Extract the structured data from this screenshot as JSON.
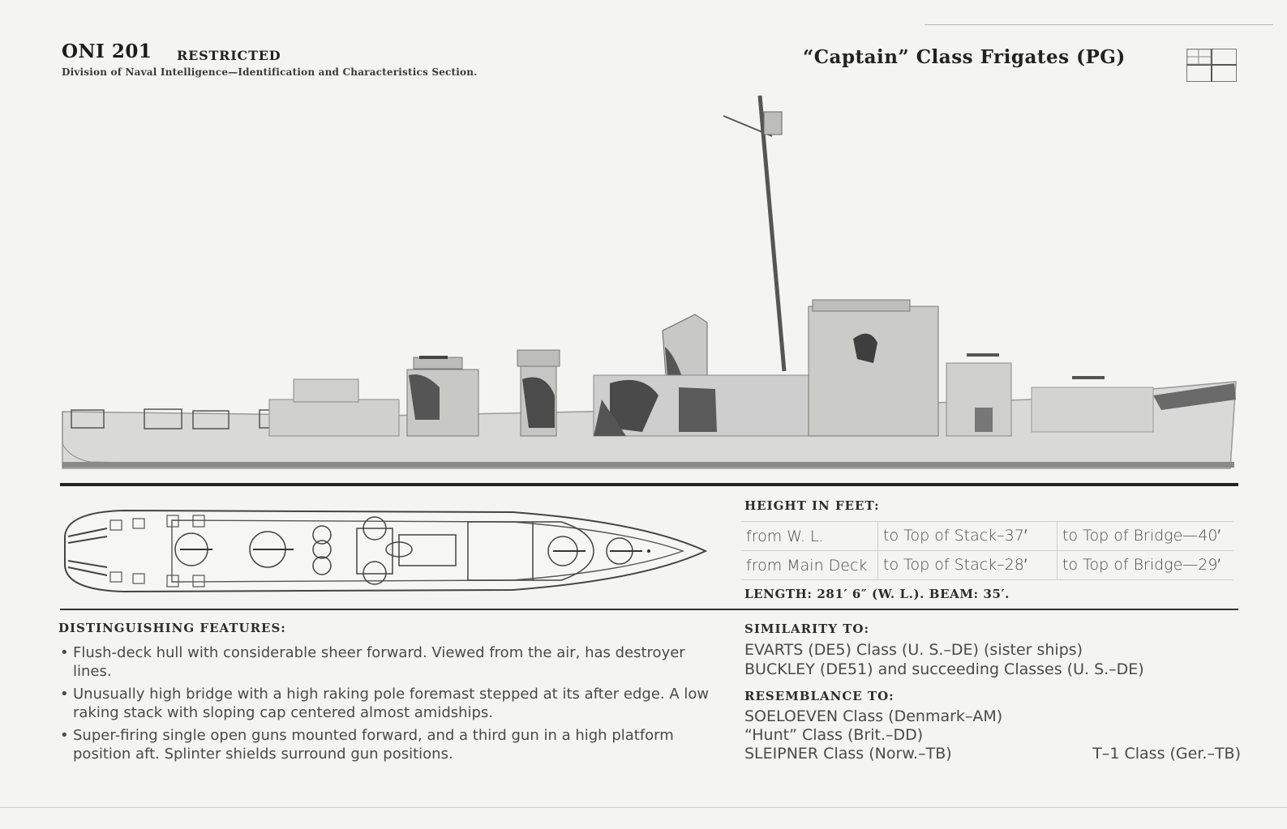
{
  "header": {
    "doc_id": "ONI 201",
    "classification": "RESTRICTED",
    "division": "Division of Naval Intelligence—Identification and Characteristics Section.",
    "class_title": "“Captain” Class Frigates (PG)"
  },
  "heights": {
    "title": "HEIGHT IN FEET:",
    "rows": [
      [
        "from W. L.",
        "to Top of Stack–37′",
        "to Top of Bridge—40′"
      ],
      [
        "from Main Deck",
        "to Top of Stack–28′",
        "to Top of Bridge—29′"
      ]
    ],
    "length_line": "LENGTH: 281′ 6″ (W. L.).   BEAM: 35′."
  },
  "distinguishing": {
    "title": "DISTINGUISHING FEATURES:",
    "items": [
      "Flush-deck hull with considerable sheer forward.  Viewed from the air, has destroyer lines.",
      "Unusually high bridge with a high raking pole foremast stepped at its after edge. A low raking stack with sloping cap centered almost amidships.",
      "Super-firing single open guns mounted forward, and a third gun in a high platform position aft.  Splinter shields surround gun positions."
    ]
  },
  "similarity": {
    "title": "SIMILARITY TO:",
    "items": [
      "EVARTS (DE5) Class (U. S.–DE) (sister ships)",
      "BUCKLEY (DE51) and succeeding Classes (U. S.–DE)"
    ]
  },
  "resemblance": {
    "title": "RESEMBLANCE TO:",
    "items": [
      "SOELOEVEN Class (Denmark–AM)",
      "“Hunt” Class (Brit.–DD)",
      "SLEIPNER Class (Norw.–TB)"
    ],
    "right_item": "T–1 Class (Ger.–TB)"
  }
}
